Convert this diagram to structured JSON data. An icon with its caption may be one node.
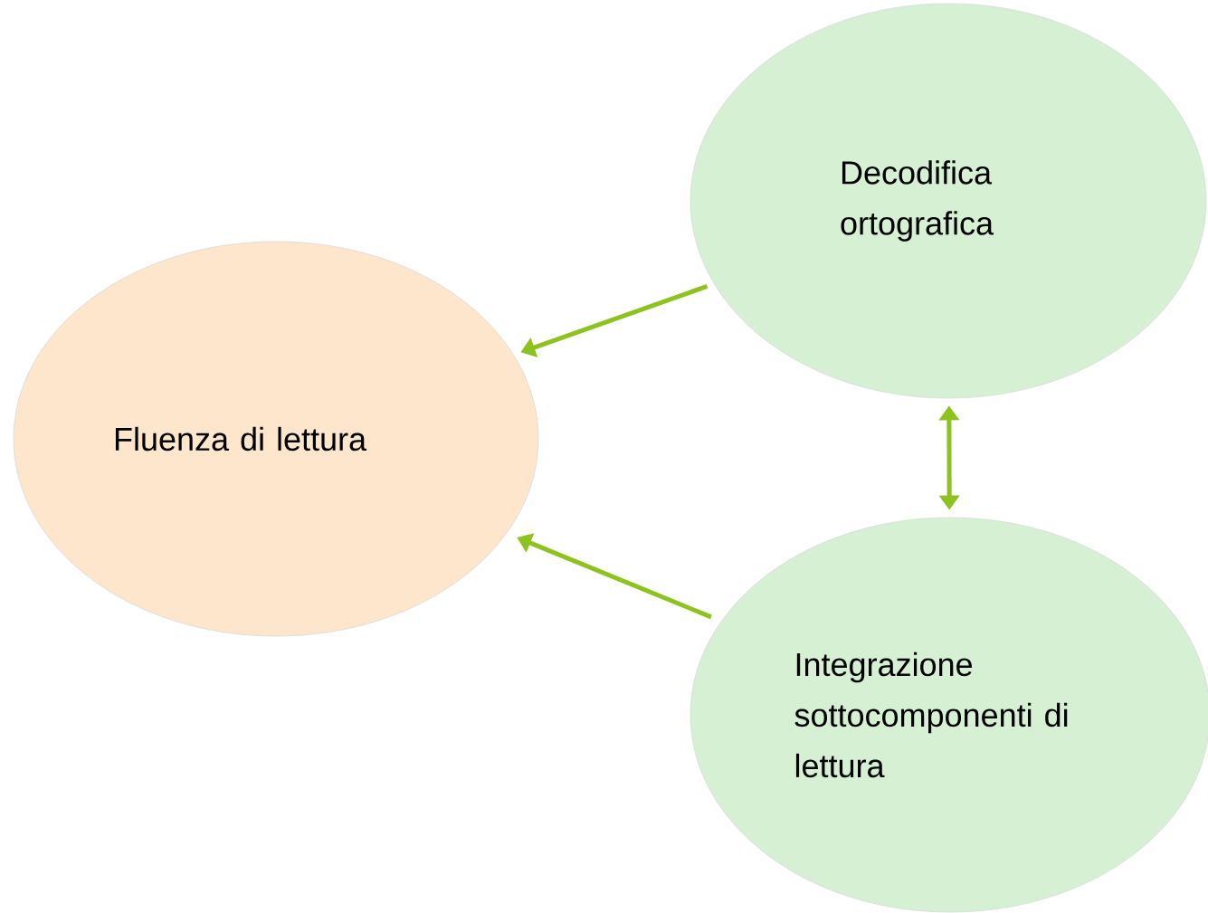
{
  "diagram": {
    "nodes": [
      {
        "text": [
          "Fluenza di lettura"
        ]
      },
      {
        "text": [
          "Decodifica ortografica"
        ]
      },
      {
        "text": [
          "Integrazione sottocomponenti di lettura"
        ]
      }
    ],
    "edges": [
      {
        "from": 1,
        "to": 0,
        "arrow": "to"
      },
      {
        "from": 2,
        "to": 0,
        "arrow": "to"
      },
      {
        "from": 1,
        "to": 2,
        "arrow": "both"
      }
    ]
  }
}
